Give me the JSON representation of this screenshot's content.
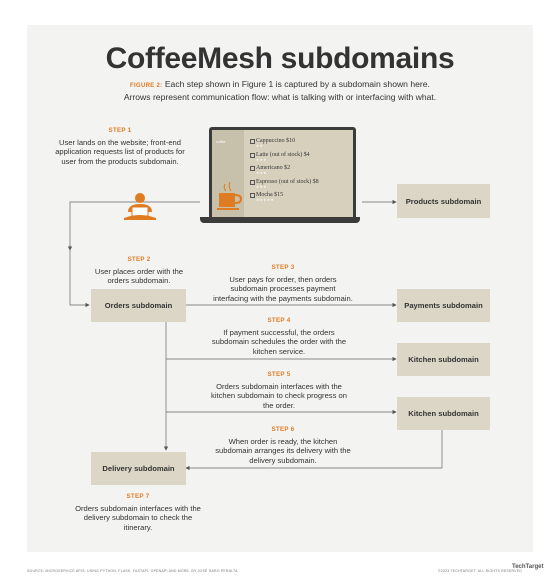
{
  "title": "CoffeeMesh subdomains",
  "caption": {
    "figure_label": "FIGURE 2:",
    "line1": "Each step shown in Figure 1 is captured by a subdomain shown here.",
    "line2": "Arrows represent communication flow: what is talking with or interfacing with what."
  },
  "steps": [
    {
      "label": "STEP 1",
      "text": "User lands on the website; front-end application requests list of products for user from the products subdomain."
    },
    {
      "label": "STEP 2",
      "text": "User places order with the orders subdomain."
    },
    {
      "label": "STEP 3",
      "text": "User pays for order, then orders subdomain processes payment interfacing with the payments subdomain."
    },
    {
      "label": "STEP 4",
      "text": "If payment successful, the orders subdomain schedules the order with the kitchen service."
    },
    {
      "label": "STEP 5",
      "text": "Orders subdomain interfaces with the kitchen subdomain to check progress on the order."
    },
    {
      "label": "STEP 6",
      "text": "When order is ready, the kitchen subdomain arranges its delivery with the delivery subdomain."
    },
    {
      "label": "STEP 7",
      "text": "Orders subdomain interfaces with the delivery subdomain to check the itinerary."
    }
  ],
  "boxes": {
    "products": "Products subdomain",
    "orders": "Orders subdomain",
    "payments": "Payments subdomain",
    "kitchen1": "Kitchen subdomain",
    "kitchen2": "Kitchen subdomain",
    "delivery": "Delivery subdomain"
  },
  "menu": {
    "header": "coffee",
    "items": [
      {
        "name": "Cappuccino $10",
        "stars": "★★"
      },
      {
        "name": "Latte (out of stock) $4",
        "stars": "★★★"
      },
      {
        "name": "Americano $2",
        "stars": "★★★"
      },
      {
        "name": "Espresso (out of stock) $8",
        "stars": "★★★"
      },
      {
        "name": "Mocha $15",
        "stars": "★★★★★"
      }
    ]
  },
  "colors": {
    "accent": "#e07b22",
    "box": "#dcd6c6",
    "panel": "#f3f3f2"
  },
  "footer": {
    "source": "SOURCE: MICROSERVICE APIS: USING PYTHON, FLASK, FASTAPI, OPENAPI AND MORE, BY JOSÉ HARO PERALTA",
    "rights": "©2023 TECHTARGET. ALL RIGHTS RESERVED",
    "brand": "TechTarget"
  }
}
